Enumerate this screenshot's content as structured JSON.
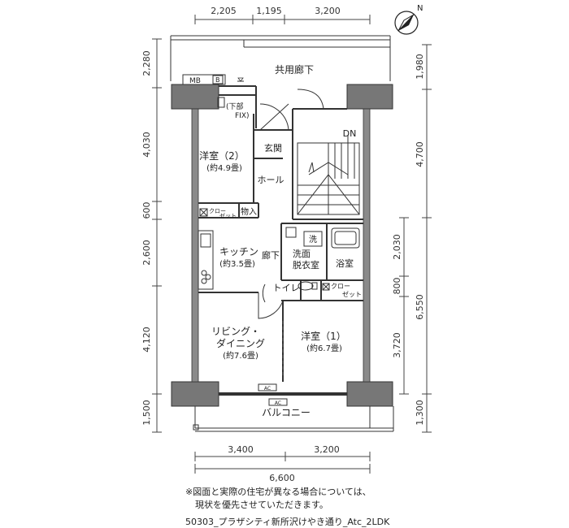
{
  "dimensions": {
    "top": [
      "2,205",
      "1,195",
      "3,200"
    ],
    "bottom": [
      "3,400",
      "3,200"
    ],
    "bottom_total": "6,600",
    "left": [
      "2,280",
      "4,030",
      "600",
      "2,600",
      "4,120",
      "1,500"
    ],
    "right_outer": [
      "1,980",
      "4,700",
      "6,550",
      "1,300"
    ],
    "right_inner": [
      "2,030",
      "800",
      "3,720"
    ]
  },
  "rooms": {
    "corridor": "共用廊下",
    "mb": "MB",
    "b": "B",
    "fix_line1": "(下部",
    "fix_line2": "FIX)",
    "genkan": "玄関",
    "dn": "DN",
    "hall": "ホール",
    "western2_name": "洋室（2）",
    "western2_size": "(約4.9畳)",
    "closet_top": "クロー",
    "closet_bottom": "ゼット",
    "storage": "物入",
    "wash_mark": "洗",
    "kitchen_name": "キッチン",
    "kitchen_size": "(約3.5畳)",
    "hallway": "廊下",
    "washroom_line1": "洗面",
    "washroom_line2": "脱衣室",
    "bath": "浴室",
    "toilet": "トイレ",
    "closet2_top": "クロー",
    "closet2_bottom": "ゼット",
    "living_line1": "リビング・",
    "living_line2": "ダイニング",
    "living_size": "(約7.6畳)",
    "western1_name": "洋室（1）",
    "western1_size": "(約6.7畳)",
    "ac_top": "AC",
    "ac_bottom": "AC",
    "balcony": "バルコニー"
  },
  "compass": {
    "north_label": "N",
    "icon": "north-arrow-icon"
  },
  "note": {
    "line1": "※図面と実際の住宅が異なる場合については、",
    "line2": "現状を優先させていただきます。"
  },
  "footer": "50303_プラザシティ新所沢けやき通り_Atc_2LDK"
}
